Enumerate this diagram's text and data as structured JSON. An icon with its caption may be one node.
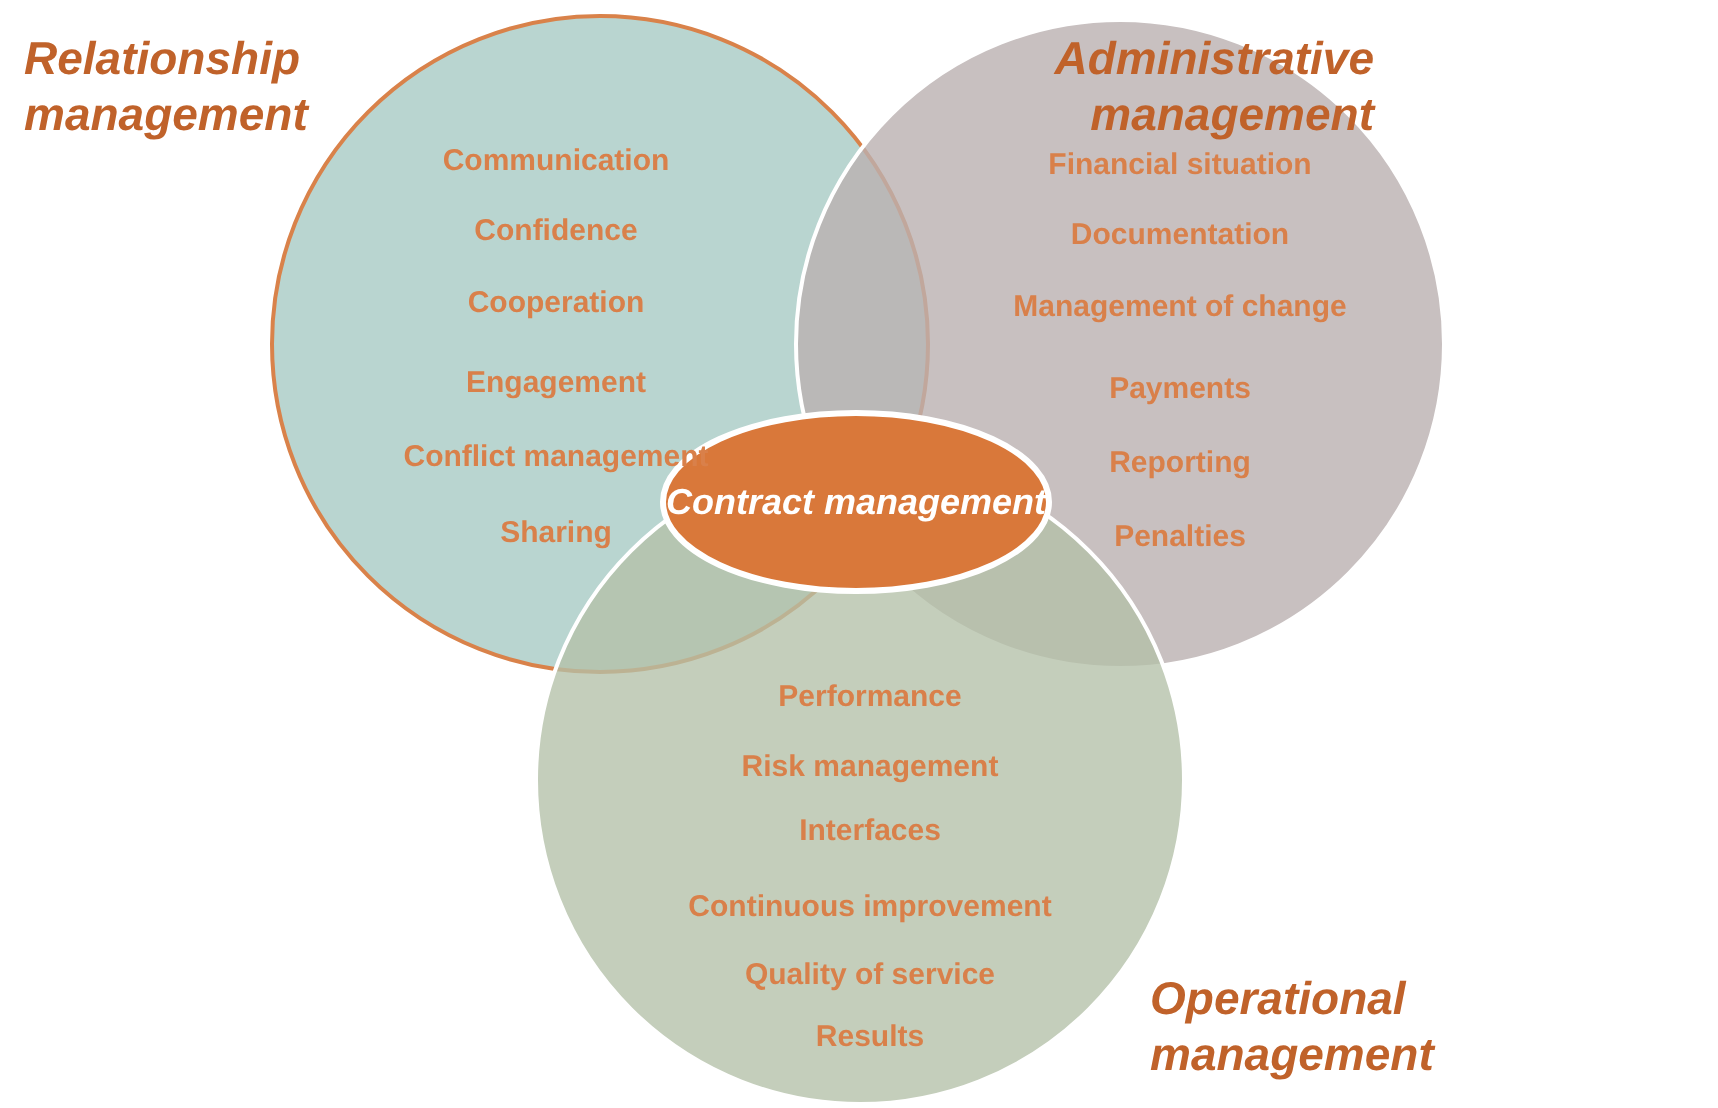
{
  "diagram": {
    "nodes": [
      {
        "text": [
          "Relationship management",
          "Communication",
          "Confidence",
          "Cooperation",
          "Engagement",
          "Conflict management",
          "Sharing"
        ]
      },
      {
        "text": [
          "Administrative management",
          "Financial situation",
          "Documentation",
          "Management of change",
          "Payments",
          "Reporting",
          "Penalties"
        ]
      },
      {
        "text": [
          "Operational management",
          "Performance",
          "Risk management",
          "Interfaces",
          "Continuous improvement",
          "Quality of service",
          "Results"
        ]
      },
      {
        "text": [
          "Contract management"
        ]
      }
    ]
  }
}
